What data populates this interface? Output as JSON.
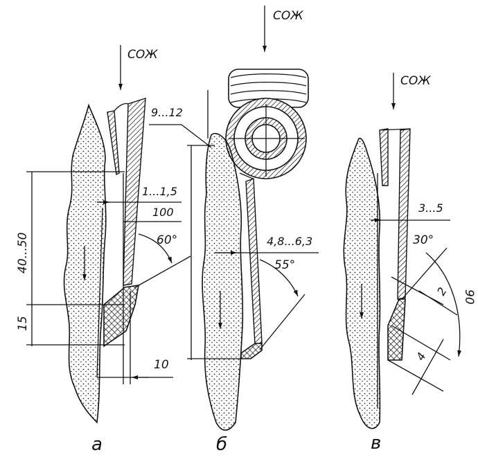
{
  "coolant_label": "СОЖ",
  "panels": {
    "a": {
      "caption": "а",
      "dims": {
        "gap": "1...1,5",
        "height_upper": "40...50",
        "height_lower": "15",
        "bottom": "10",
        "length": "100",
        "angle": "60°"
      }
    },
    "b": {
      "caption": "б",
      "dims": {
        "top_offset": "9...12",
        "gap": "4,8...6,3",
        "angle": "55°"
      }
    },
    "c": {
      "caption": "в",
      "dims": {
        "gap": "3...5",
        "angle_small": "30°",
        "angle_large": "90",
        "dim_2": "2",
        "dim_4": "4"
      }
    }
  }
}
